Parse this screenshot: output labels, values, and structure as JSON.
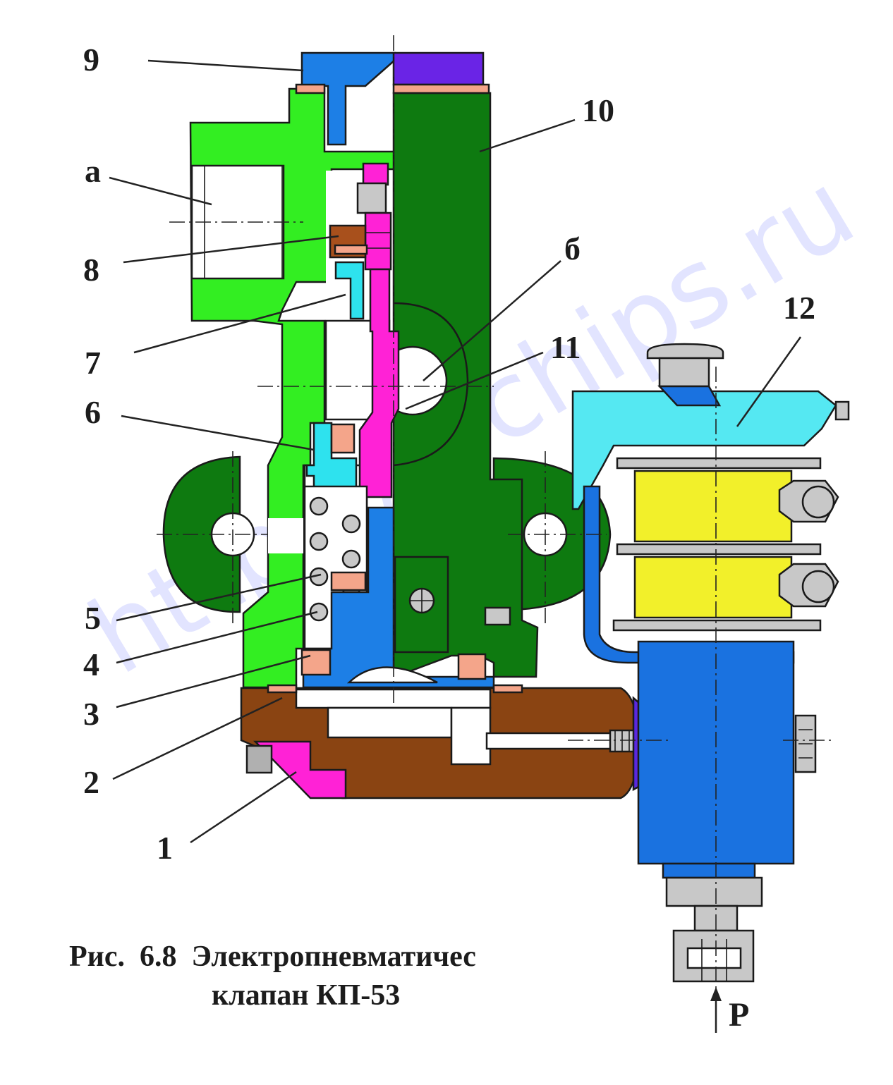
{
  "figure": {
    "caption_line1": "Рис.  6.8  Электропневматичес",
    "caption_line2": "клапан КП-53",
    "pressure_label": "P",
    "watermark": "https://ochips.ru"
  },
  "labels": [
    {
      "id": "label-9",
      "text": "9"
    },
    {
      "id": "label-a",
      "text": "а"
    },
    {
      "id": "label-8",
      "text": "8"
    },
    {
      "id": "label-7",
      "text": "7"
    },
    {
      "id": "label-6",
      "text": "6"
    },
    {
      "id": "label-5",
      "text": "5"
    },
    {
      "id": "label-4",
      "text": "4"
    },
    {
      "id": "label-3",
      "text": "3"
    },
    {
      "id": "label-2",
      "text": "2"
    },
    {
      "id": "label-1",
      "text": "1"
    },
    {
      "id": "label-10",
      "text": "10"
    },
    {
      "id": "label-b",
      "text": "б"
    },
    {
      "id": "label-11",
      "text": "11"
    },
    {
      "id": "label-12",
      "text": "12"
    }
  ],
  "colors": {
    "body_green": "#33ee22",
    "rod_dark_green": "#0e7a10",
    "cap_blue": "#1d7fe6",
    "cap_violet": "#6a24e6",
    "gasket_salmon": "#f4a58a",
    "pin_magenta": "#ff22d6",
    "sleeve_cyan": "#2ee2ee",
    "bracket_cyan": "#55e8f2",
    "base_brown": "#8a4412",
    "coil_yellow": "#f2f02a",
    "coil_frame_blue": "#1a72e0",
    "hardware_gray": "#c8c8c8",
    "nut_brown": "#a8501c",
    "plug_violet": "#5a28e0"
  }
}
